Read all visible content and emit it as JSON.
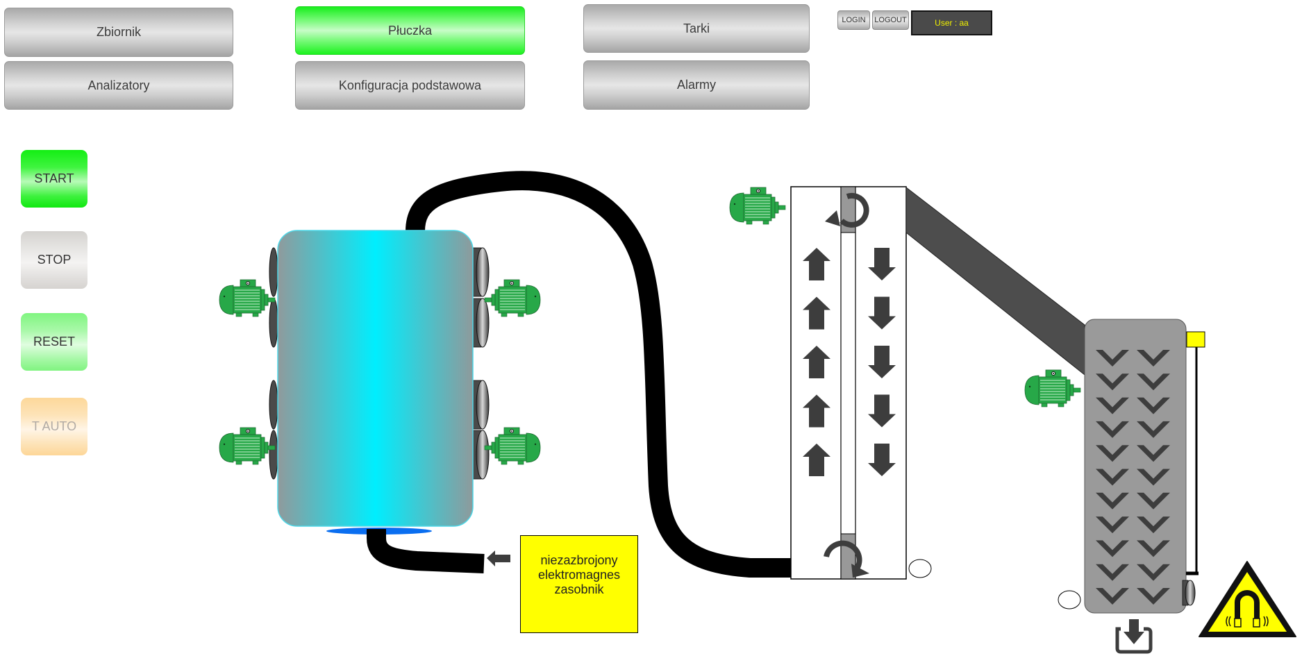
{
  "nav": {
    "buttons": [
      {
        "label": "Zbiornik",
        "active": false
      },
      {
        "label": "Analizatory",
        "active": false
      },
      {
        "label": "Płuczka",
        "active": true
      },
      {
        "label": "Konfiguracja podstawowa",
        "active": false
      },
      {
        "label": "Tarki",
        "active": false
      },
      {
        "label": "Alarmy",
        "active": false
      }
    ]
  },
  "auth": {
    "login_label": "LOGIN",
    "logout_label": "LOGOUT",
    "user_text": "User : aa"
  },
  "controls": {
    "start_label": "START",
    "stop_label": "STOP",
    "reset_label": "RESET",
    "tauto_label": "T AUTO"
  },
  "status": {
    "electromagnet_line1": "niezazbrojony",
    "electromagnet_line2": "elektromagnes",
    "electromagnet_line3": "zasobnik"
  },
  "process": {
    "tank_name": "washer-drum",
    "elevator_up_arrows": 5,
    "elevator_down_arrows": 5,
    "crusher_chevron_rows": 11,
    "crusher_chevron_cols": 2,
    "motors": [
      "drum-motor-top-left",
      "drum-motor-bottom-left",
      "drum-motor-top-right",
      "drum-motor-bottom-right",
      "elevator-motor",
      "crusher-motor"
    ],
    "icons": {
      "warning": "magnetic-field-warning-icon",
      "discharge": "download-discharge-icon"
    }
  },
  "colors": {
    "active_green": "#1cf21f",
    "tank_cyan": "#00eeff",
    "tank_gray": "#8f9a9c",
    "hose": "#000000",
    "arrow_dark": "#3d3d3d",
    "crusher_gray": "#9a9a9a",
    "motor_green": "#2aa84a",
    "warning_yellow": "#ffff00"
  }
}
